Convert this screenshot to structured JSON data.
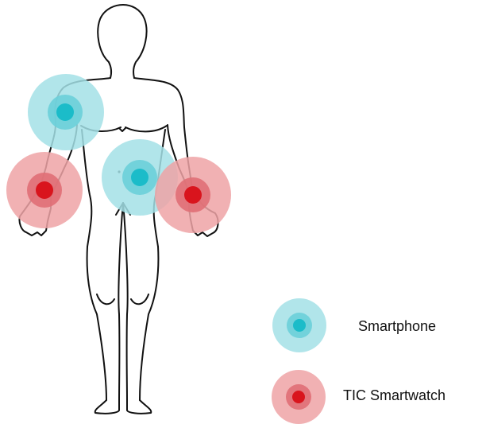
{
  "legend": {
    "items": [
      {
        "key": "smartphone",
        "label": "Smartphone",
        "color": "#1bbcc9"
      },
      {
        "key": "watch",
        "label": "TIC Smartwatch",
        "color": "#d9141d"
      }
    ]
  },
  "colors": {
    "smartphone_outer": "#a3e1e6",
    "smartphone_mid": "#6ccfd9",
    "smartphone_core": "#1bbcc9",
    "watch_outer": "#eea3a6",
    "watch_mid": "#e06f75",
    "watch_core": "#d9141d",
    "outline": "#111111"
  },
  "sensor_locations": [
    {
      "device": "smartphone",
      "body_part": "left-upper-arm-pocket"
    },
    {
      "device": "smartphone",
      "body_part": "waist-pocket"
    },
    {
      "device": "watch",
      "body_part": "right-wrist"
    },
    {
      "device": "watch",
      "body_part": "left-wrist"
    }
  ]
}
